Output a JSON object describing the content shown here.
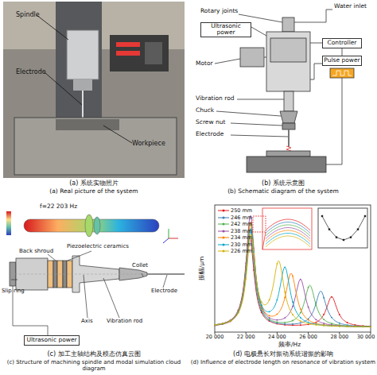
{
  "diagram": {
    "nodes": [
      {
        "text": [
          "Ultrasonic power"
        ]
      },
      {
        "text": [
          "Controller"
        ]
      },
      {
        "text": [
          "Pulse power"
        ]
      },
      {
        "text": [
          "Ultrasonic power"
        ]
      }
    ],
    "edges": [
      {
        "from": 1,
        "to": 2,
        "arrow": "none"
      }
    ],
    "labels": [
      "Spindle",
      "Electrode",
      "Workpiece",
      "(a) 系统实物照片",
      "(a) Real picture of the system",
      "Rotary joints",
      "Water inlet",
      "Motor",
      "Vibration rod",
      "Chuck",
      "Screw nut",
      "Electrode",
      "(b) 系统示意图",
      "(b) Schematic diagram of the system",
      "f=22 203 Hz",
      "Back shroud",
      "Piezoelectric ceramics",
      "Slip ring",
      "Axis",
      "Vibration rod",
      "Collet",
      "Electrode",
      "(c) 加工主轴结构及模态仿真云图",
      "(c) Structure of machining spindle and modal simulation cloud diagram",
      "振幅/μm",
      "频率/Hz",
      "20 000",
      "22 000",
      "24 000",
      "26 000",
      "28 000",
      "30 000",
      "(d) 电极悬长对振动系统谐振的影响",
      "(d) Influence of electrode length on resonance of vibration system"
    ],
    "legend": [
      {
        "text": "250 mm"
      },
      {
        "text": "246 mm"
      },
      {
        "text": "242 mm"
      },
      {
        "text": "238 mm"
      },
      {
        "text": "234 mm"
      },
      {
        "text": "230 mm"
      },
      {
        "text": "226 mm"
      }
    ]
  }
}
